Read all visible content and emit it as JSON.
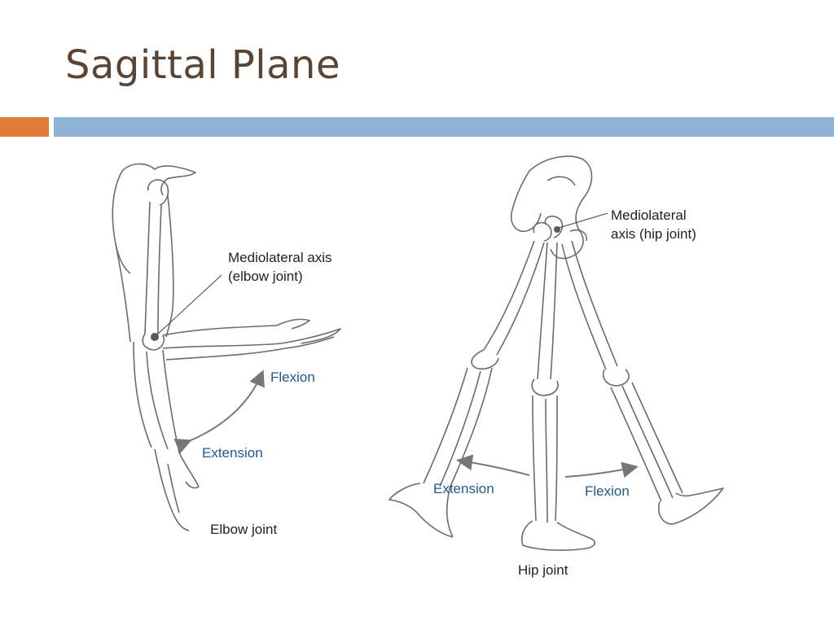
{
  "slide": {
    "title": "Sagittal Plane",
    "colors": {
      "title": "#5a4535",
      "accent_bar": "#e07b39",
      "main_bar": "#8fb3d3",
      "motion_label": "#1f5a8c",
      "axis_label": "#222222",
      "bone_stroke": "#6b6b6b"
    }
  },
  "elbow": {
    "axis_label_line1": "Mediolateral axis",
    "axis_label_line2": "(elbow joint)",
    "flexion": "Flexion",
    "extension": "Extension",
    "caption": "Elbow joint"
  },
  "hip": {
    "axis_label_line1": "Mediolateral",
    "axis_label_line2": "axis (hip joint)",
    "extension": "Extension",
    "flexion": "Flexion",
    "caption": "Hip joint"
  }
}
